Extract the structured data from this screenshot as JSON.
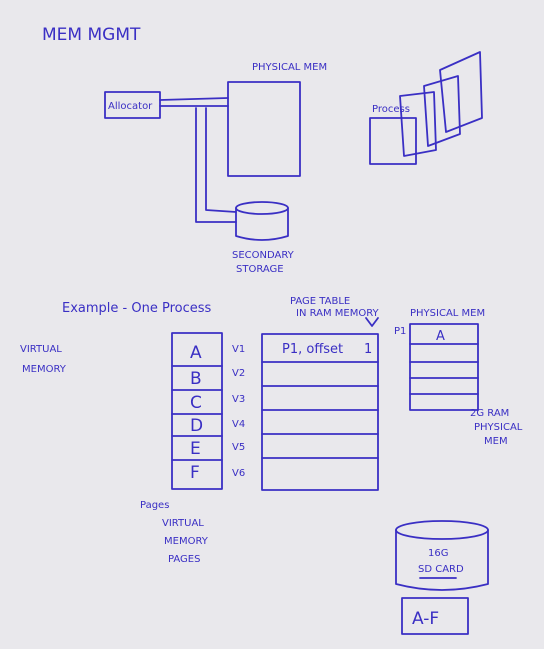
{
  "title": "MEM MGMT",
  "top_diagram": {
    "allocator": "Allocator",
    "physical_mem": "PHYSICAL MEM",
    "secondary_storage": [
      "SECONDARY",
      "STORAGE"
    ],
    "process_label": "Process"
  },
  "example": {
    "heading": "Example - One Process",
    "page_table_label": [
      "PAGE TABLE",
      "IN RAM MEMORY"
    ],
    "physical_mem_label": "PHYSICAL MEM",
    "virtual_memory_label": [
      "VIRTUAL",
      "MEMORY"
    ],
    "pages": [
      "A",
      "B",
      "C",
      "D",
      "E",
      "F"
    ],
    "vaddrs": [
      "V1",
      "V2",
      "V3",
      "V4",
      "V5",
      "V6"
    ],
    "page_table_first": "P1, offset",
    "valid_bit": "1",
    "p1_label": "P1",
    "phys_first": "A",
    "ram_note": [
      "2G RAM",
      "PHYSICAL",
      "MEM"
    ],
    "pages_caption": [
      "Pages",
      "VIRTUAL",
      "MEMORY",
      "PAGES"
    ],
    "sd_card": [
      "16G",
      "SD CARD"
    ],
    "sd_contents": "A-F"
  }
}
